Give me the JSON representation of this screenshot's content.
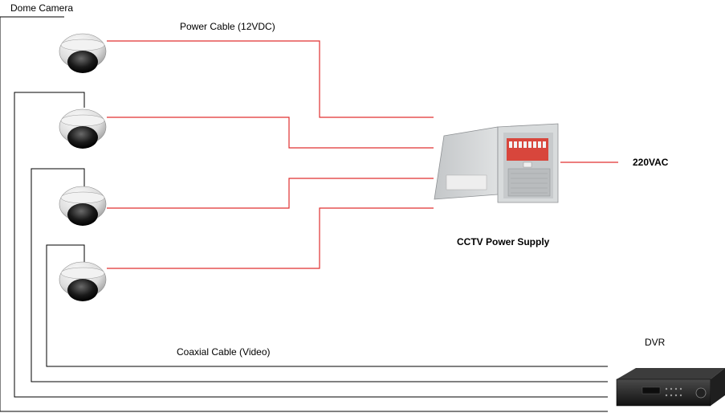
{
  "labels": {
    "dome_camera": "Dome Camera",
    "power_cable": "Power Cable (12VDC)",
    "coaxial_cable": "Coaxial Cable (Video)",
    "cctv_power_supply": "CCTV Power Supply",
    "mains": "220VAC",
    "dvr": "DVR"
  },
  "colors": {
    "power_cable": "#e03030",
    "coax_cable": "#000000",
    "camera_body": "#e9e9e9",
    "camera_lens": "#1a1a1a",
    "psu_box": "#cfd2d4",
    "dvr_body": "#2a2a2a"
  },
  "devices": {
    "cameras": [
      "camera-1",
      "camera-2",
      "camera-3",
      "camera-4"
    ],
    "power_supply": "cctv-power-supply",
    "recorder": "dvr"
  }
}
